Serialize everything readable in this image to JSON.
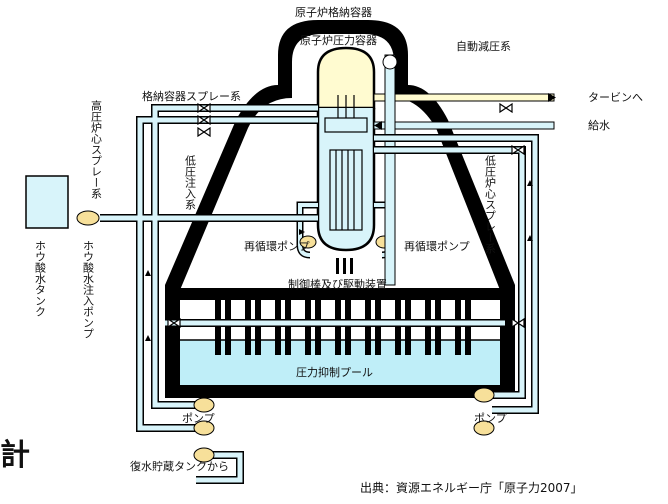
{
  "labels": {
    "containment_vessel": "原子炉格納容器",
    "pressure_vessel": "原子炉圧力容器",
    "auto_depressurization": "自動減圧系",
    "to_turbine": "タービンへ",
    "feedwater": "給水",
    "containment_spray": "格納容器スプレー系",
    "hp_core_spray": "高圧炉心スプレー系",
    "lp_injection": "低圧注入系",
    "lp_core_spray": "低圧炉心スプレー系",
    "recirc_pump_left": "再循環ポンプ",
    "recirc_pump_right": "再循環ポンプ",
    "control_rod_drive": "制御棒及び駆動装置",
    "suppression_pool": "圧力抑制プール",
    "pump_left": "ポンプ",
    "pump_right": "ポンプ",
    "boric_acid_tank": "ホウ酸水タンク",
    "boric_acid_pump": "ホウ酸水注入ポンプ",
    "condensate_tank": "復水貯蔵タンクから",
    "source": "出典：資源エネルギー庁「原子力2007」",
    "partial_char": "計"
  },
  "colors": {
    "structure": "#000000",
    "pipe_fill": "#d8f4fa",
    "pool_water": "#bfeef8",
    "vessel_fill": "#fffbd0",
    "pump_fill": "#f7e09a"
  }
}
